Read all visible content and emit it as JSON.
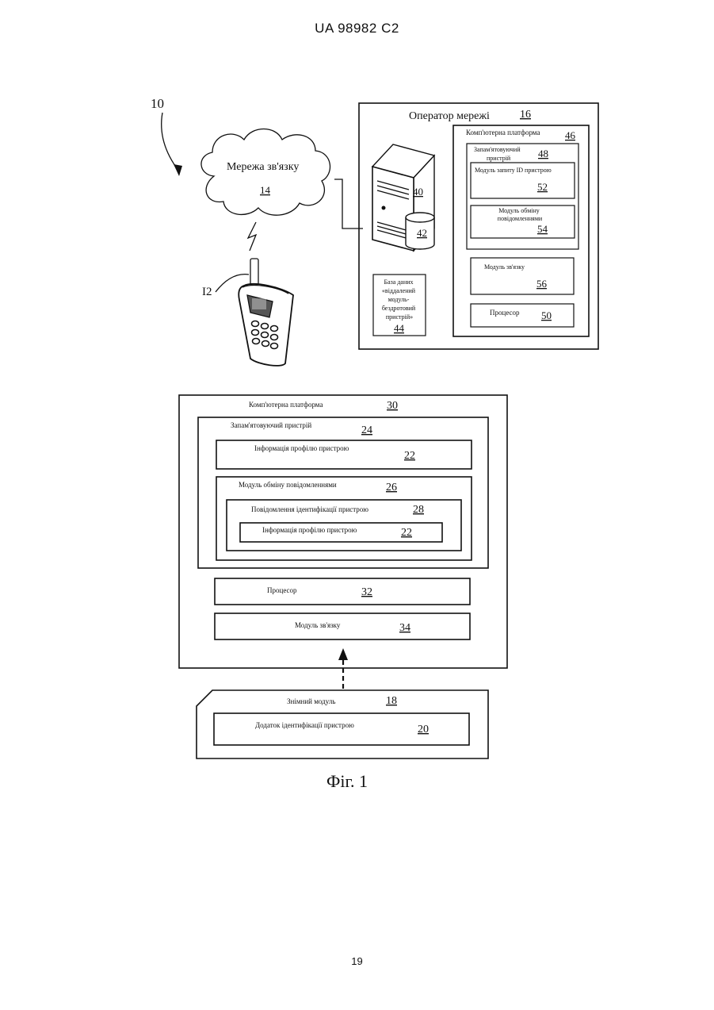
{
  "header": {
    "patent_number": "UA   98982   C2"
  },
  "page_number": "19",
  "figure_caption": "Фіг. 1",
  "system_ref": "10",
  "network": {
    "label": "Мережа зв'язку",
    "ref": "14"
  },
  "wireless_device": {
    "ref": "I2"
  },
  "operator": {
    "title": "Оператор мережі",
    "ref": "16",
    "server_ref": "40",
    "storage_ref": "42",
    "database": {
      "lines": [
        "База даних",
        "«віддалений",
        "модуль-",
        "бездротовий",
        "пристрій»"
      ],
      "ref": "44"
    },
    "platform": {
      "title": "Комп'ютерна платформа",
      "ref": "46",
      "memory": {
        "title_lines": [
          "Запам'ятовуючий",
          "пристрій"
        ],
        "ref": "48",
        "query_module": {
          "label": "Модуль запиту ID пристрою",
          "ref": "52"
        },
        "messaging_module": {
          "lines": [
            "Модуль обміну",
            "повідомленнями"
          ],
          "ref": "54"
        }
      },
      "comm_module": {
        "label": "Модуль зв'язку",
        "ref": "56"
      },
      "processor": {
        "label": "Процесор",
        "ref": "50"
      }
    }
  },
  "device_platform": {
    "title": "Комп'ютерна платформа",
    "ref": "30",
    "memory": {
      "title": "Запам'ятовуючий пристрій",
      "ref": "24"
    },
    "profile_info": {
      "label": "Інформація профілю пристрою",
      "ref": "22"
    },
    "messaging_module": {
      "label": "Модуль обміну повідомленнями",
      "ref": "26"
    },
    "id_message": {
      "label": "Повідомлення ідентифікації пристрою",
      "ref": "28"
    },
    "inner_profile_info": {
      "label": "Інформація профілю пристрою",
      "ref": "22"
    },
    "processor": {
      "label": "Процесор",
      "ref": "32"
    },
    "comm_module": {
      "label": "Модуль зв'язку",
      "ref": "34"
    }
  },
  "removable_module": {
    "title": "Знімний модуль",
    "ref": "18",
    "app": {
      "label": "Додаток ідентифікації пристрою",
      "ref": "20"
    }
  }
}
